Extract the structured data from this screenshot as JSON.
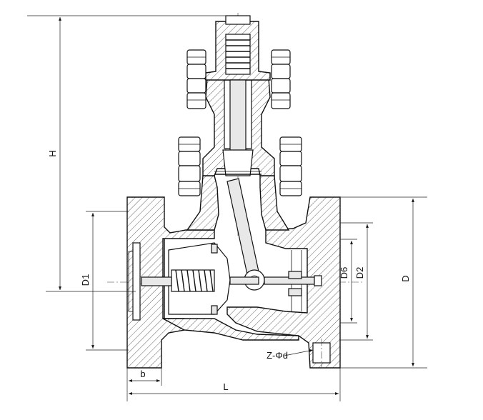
{
  "labels": {
    "H": "H",
    "D1": "D1",
    "D6": "D6",
    "D2": "D2",
    "D": "D",
    "L": "L",
    "b": "b",
    "bolt_holes": "Z-Φd"
  }
}
